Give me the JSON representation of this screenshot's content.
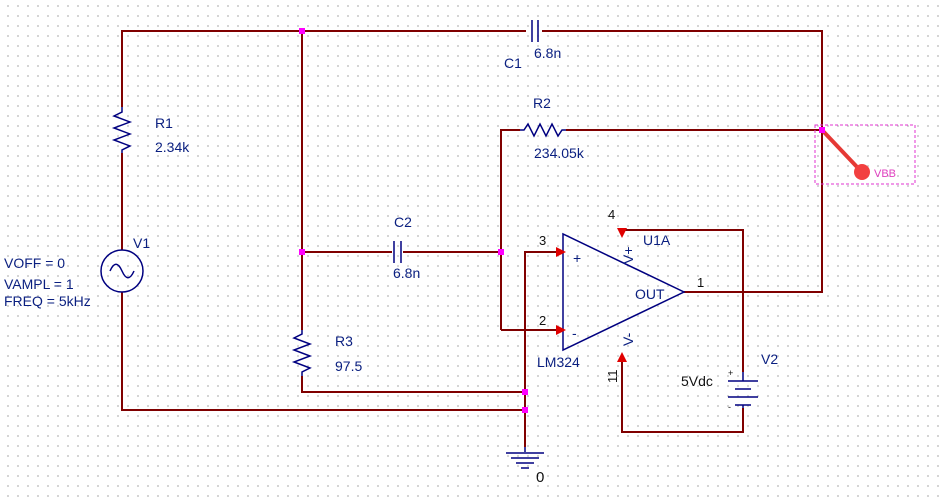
{
  "components": {
    "c1": {
      "name": "C1",
      "value": "6.8n"
    },
    "r1": {
      "name": "R1",
      "value": "2.34k"
    },
    "r2": {
      "name": "R2",
      "value": "234.05k"
    },
    "c2": {
      "name": "C2",
      "value": "6.8n"
    },
    "r3": {
      "name": "R3",
      "value": "97.5"
    },
    "v1": {
      "name": "V1",
      "voff": "VOFF = 0",
      "vampl": "VAMPL = 1",
      "freq": "FREQ = 5kHz"
    },
    "u1a": {
      "name": "U1A",
      "part": "LM324",
      "plus": "+",
      "minus": "-",
      "vplus": "V+",
      "vminus": "V-",
      "out": "OUT",
      "pin1": "1",
      "pin2": "2",
      "pin3": "3",
      "pin4": "4",
      "pin11": "11"
    },
    "v2": {
      "name": "V2",
      "value": "5Vdc",
      "plus": "+",
      "minus": "-"
    },
    "ground": {
      "label": "0"
    },
    "probe": {
      "label": "VBB"
    }
  },
  "colors": {
    "wire": "#800000",
    "component": "#000080",
    "junction": "#ff00ff",
    "pin_marker": "#e00000",
    "probe": "#f24040"
  }
}
